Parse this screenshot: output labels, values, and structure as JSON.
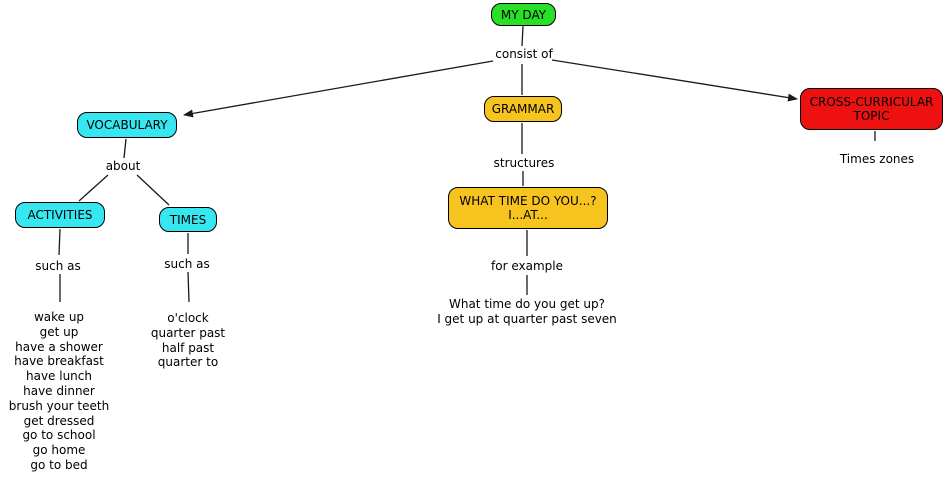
{
  "colors": {
    "root_node": "#28E028",
    "vocabulary_nodes": "#37E7EF",
    "grammar_nodes": "#F7C41F",
    "topic_node": "#EE1111",
    "connector": "#1a1a1a"
  },
  "map": {
    "root": {
      "label": "MY DAY",
      "link": "consist of"
    },
    "vocabulary": {
      "label": "VOCABULARY",
      "link": "about",
      "activities": {
        "label": "ACTIVITIES",
        "link": "such as",
        "items": [
          "wake up",
          "get up",
          "have a shower",
          "have breakfast",
          "have lunch",
          "have dinner",
          "brush your teeth",
          "get dressed",
          "go to school",
          "go home",
          "go to bed"
        ]
      },
      "times": {
        "label": "TIMES",
        "link": "such as",
        "items": [
          "o'clock",
          "quarter past",
          "half past",
          "quarter to"
        ]
      }
    },
    "grammar": {
      "label": "GRAMMAR",
      "link": "structures",
      "structure_label": "WHAT TIME DO YOU...?\nI...AT...",
      "example_link": "for example",
      "examples": [
        "What time do you get up?",
        "I get up at quarter past seven"
      ]
    },
    "cross_curricular": {
      "label": "CROSS-CURRICULAR TOPIC",
      "topic": "Times zones"
    }
  }
}
